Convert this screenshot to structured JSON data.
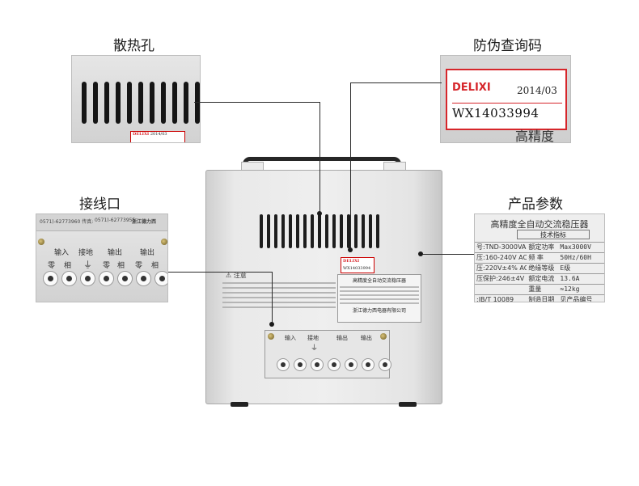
{
  "titles": {
    "vent": "散热孔",
    "anticounterfeit": "防伪查询码",
    "terminals": "接线口",
    "params": "产品参数"
  },
  "label": {
    "brand": "DELIXI",
    "date": "2014/03",
    "serial": "WX14033994",
    "partial_text": "高精度"
  },
  "terminals": {
    "groups": [
      "输入",
      "接地",
      "输出",
      "输出"
    ],
    "sub_labels": [
      "零",
      "相",
      "零",
      "相",
      "零",
      "相"
    ],
    "ground_symbol": "⏚",
    "strip_left": "0571)-62773960  传真:",
    "strip_right": "0571)-62773955",
    "maker_short": "浙江德力西"
  },
  "spec": {
    "title": "高精度全自动交流稳压器",
    "subtitle": "技术指标",
    "rows": [
      {
        "k1": "号:TND-3000VA",
        "k2": "额定功率",
        "v2": "Max3000V"
      },
      {
        "k1": "压:160-240V AC",
        "k2": "频  率",
        "v2": "50Hz/60H"
      },
      {
        "k1": "压:220V±4% AC",
        "k2": "绝缘等级",
        "v2": "E级"
      },
      {
        "k1": "压保护:246±4V AC",
        "k2": "额定电流",
        "v2": "13.6A"
      },
      {
        "k1": "",
        "k2": "重量",
        "v2": "≈12kg"
      },
      {
        "k1": ":JB/T 10089",
        "k2": "制造日期",
        "v2": "见产品编号"
      }
    ]
  },
  "unit": {
    "warning_title": "注意",
    "plate_title": "高精度全自动交流稳压器",
    "maker": "浙江德力西电器有限公司"
  },
  "colors": {
    "brand_red": "#d6262b",
    "casing": "#e9e9e9",
    "line": "#2a2a2a"
  }
}
